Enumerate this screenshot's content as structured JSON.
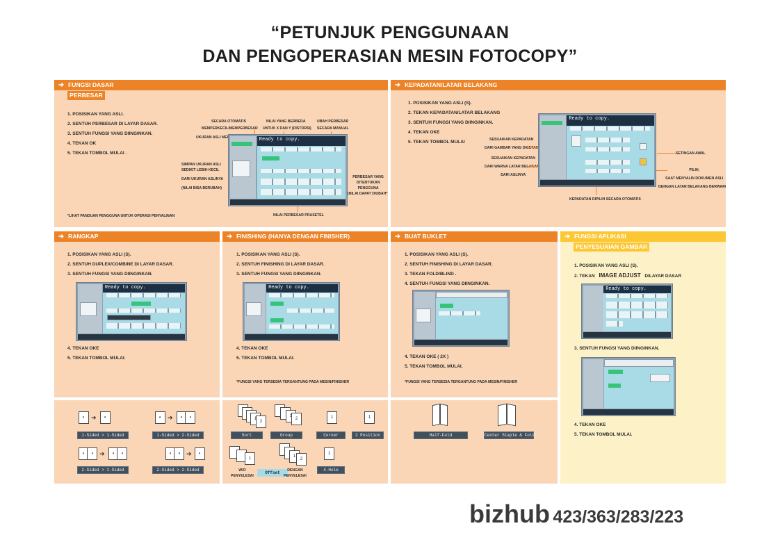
{
  "title": {
    "line1": "“PETUNJUK PENGGUNAAN",
    "line2": "DAN PENGOPERASIAN MESIN FOTOCOPY”"
  },
  "fungsi_dasar": {
    "header": "FUNGSI DASAR",
    "sub": "PERBESAR",
    "steps": [
      "1. POSISIKAN YANG ASLI.",
      "2. SENTUH PERBESAR DI LAYAR DASAR.",
      "3. SENTUH FUNGSI YANG DIINGINKAN.",
      "4. TEKAN OK",
      "5. TEKAN TOMBOL MULAI ."
    ],
    "note": "*LIHAT PANDUAN PENGGUNA UNTUK OPERASI PENYALINAN",
    "callouts": {
      "secara_otomatis": "SECARA OTOMATIS",
      "memperkecil": "MEMPERKECIL/MEMPERBESAR",
      "ukuran_asli": "UKURAN ASLI MENJ",
      "nilai_berbeda": "NILAI YANG BERBEDA",
      "untuk_x": "UNTUK X DAN Y (DISTORSI)",
      "ubah_perbesar": "UBAH PERBESAR",
      "secara_manual": "SECARA MANUAL",
      "simpan1": "SIMPAN UKURAN ASLI",
      "simpan2": "SEDIKIT LEBIH KECIL",
      "dari_ukuran": "DARI UKURAN ASLINYA",
      "nilai_bisa": "(NILAI BISA BERUBAH)",
      "perbesar1": "PERBESAR YANG",
      "perbesar2": "DITENTUKAN",
      "perbesar3": "PENGGUNA",
      "perbesar4": "(NILAI DAPAT DIUBAH*)",
      "nilai_prasetel": "NILAI PERBESAR PRASETEL"
    },
    "screen_title": "Ready to copy."
  },
  "kepadatan": {
    "header": "KEPADATAN/LATAR BELAKANG",
    "steps": [
      "1. POSISIKAN YANG ASLI (S).",
      "2. TEKAN KEPADATAN/LATAR BELAKANG",
      "3. SENTUH FUNGSI YANG DIINGINKAN.",
      "4. TEKAN OKE",
      "5. TEKAN TOMBOL MULAI"
    ],
    "callouts": {
      "sesuaikan1": "SESUAIKAN KEPADATAN",
      "sesuaikan2": "DARI GAMBAR YANG DICETAK",
      "sesuaikan3": "SESUAIKAN KEPADATAN",
      "sesuaikan4": "DARI WARNA LATAR BELAKANG",
      "sesuaikan5": "DARI ASLINYA",
      "setingan_awal": "SETINGAN AWAL",
      "pilih1": "PILIH,",
      "pilih2": "SAAT MENYALIN DOKUMEN ASLI",
      "pilih3": "DENGAN LATAR BELAKANG BERWARNA",
      "kepadatan_dipilih": "KEPADATAN DIPILIH SECARA OTOMATIS"
    },
    "screen_title": "Ready to copy."
  },
  "rangkap": {
    "header": "RANGKAP",
    "steps_top": [
      "1. POSISIKAN YANG ASLI (S).",
      "2. SENTUH DUPLEX/COMBINE DI LAYAR DASAR.",
      "3. SENTUH FUNGSI YANG DIINGINKAN."
    ],
    "steps_bottom": [
      "4. TEKAN OKE",
      "5. TEKAN TOMBOL MULAI."
    ],
    "screen_title": "Ready to copy.",
    "buttons": [
      "1-Sided > 1-Sided",
      "1-Sided > 2-Sided",
      "2-Sided > 1-Sided",
      "2-Sided > 2-Sided"
    ]
  },
  "finishing": {
    "header": "FINISHING (HANYA DENGAN FINISHER)",
    "steps_top": [
      "1. POSISIKAN YANG ASLI (S).",
      "2. SENTUH FINISHING DI LAYAR DASAR.",
      "3. SENTUH FUNGSI YANG DIINGINKAN."
    ],
    "steps_bottom": [
      "4. TEKAN OKE",
      "5. TEKAN TOMBOL MULAI."
    ],
    "note": "*FUNGSI YANG TERSEDIA TERGANTUNG PADA MESIN/FINISHER",
    "screen_title": "Ready to copy.",
    "buttons": [
      "Sort",
      "Group",
      "Corner",
      "2 Position",
      "Offset",
      "4-Hole"
    ],
    "labels": {
      "wo1": "W/O",
      "wo2": "PENYELESAI",
      "dengan1": "DENGAN",
      "dengan2": "PENYELESAI"
    }
  },
  "buklet": {
    "header": "BUAT BUKLET",
    "steps_top": [
      "1. POSISIKAN YANG ASLI (S).",
      "2. SENTUH FINISHING DI LAYAR DASAR.",
      "3. TEKAN FOLD/BLIND .",
      "4. SENTUH FUNGSI YANG DIINGINKAN."
    ],
    "steps_bottom": [
      "4. TEKAN OKE ( 2X )",
      "5. TEKAN TOMBOL MULAI."
    ],
    "note": "*FUNGSI YANG TERSEDIA TERGANTUNG PADA MESIN/FINISHER",
    "buttons": [
      "Half-Fold",
      "Center Staple & Fold"
    ]
  },
  "aplikasi": {
    "header": "FUNGSI APLIKASI",
    "sub": "PENYESUAIAN GAMBAR",
    "step1": "1. POSISIKAN YANG ASLI (S).",
    "step2_pre": "2. TEKAN",
    "step2_key": "IMAGE ADJUST",
    "step2_post": "DILAYAR DASAR",
    "step3": "3. SENTUH FUNGSI YANG DIINGINKAN.",
    "steps_bottom": [
      "4. TEKAN OKE",
      "5. TEKAN TOMBOL MULAI."
    ],
    "screen_title": "Ready to copy."
  },
  "brand": {
    "name": "bizhub",
    "models": "423/363/283/223"
  },
  "colors": {
    "orange": "#ec8326",
    "peach": "#fad6b6",
    "yellow": "#fcc733",
    "cream": "#fdf2c7"
  }
}
